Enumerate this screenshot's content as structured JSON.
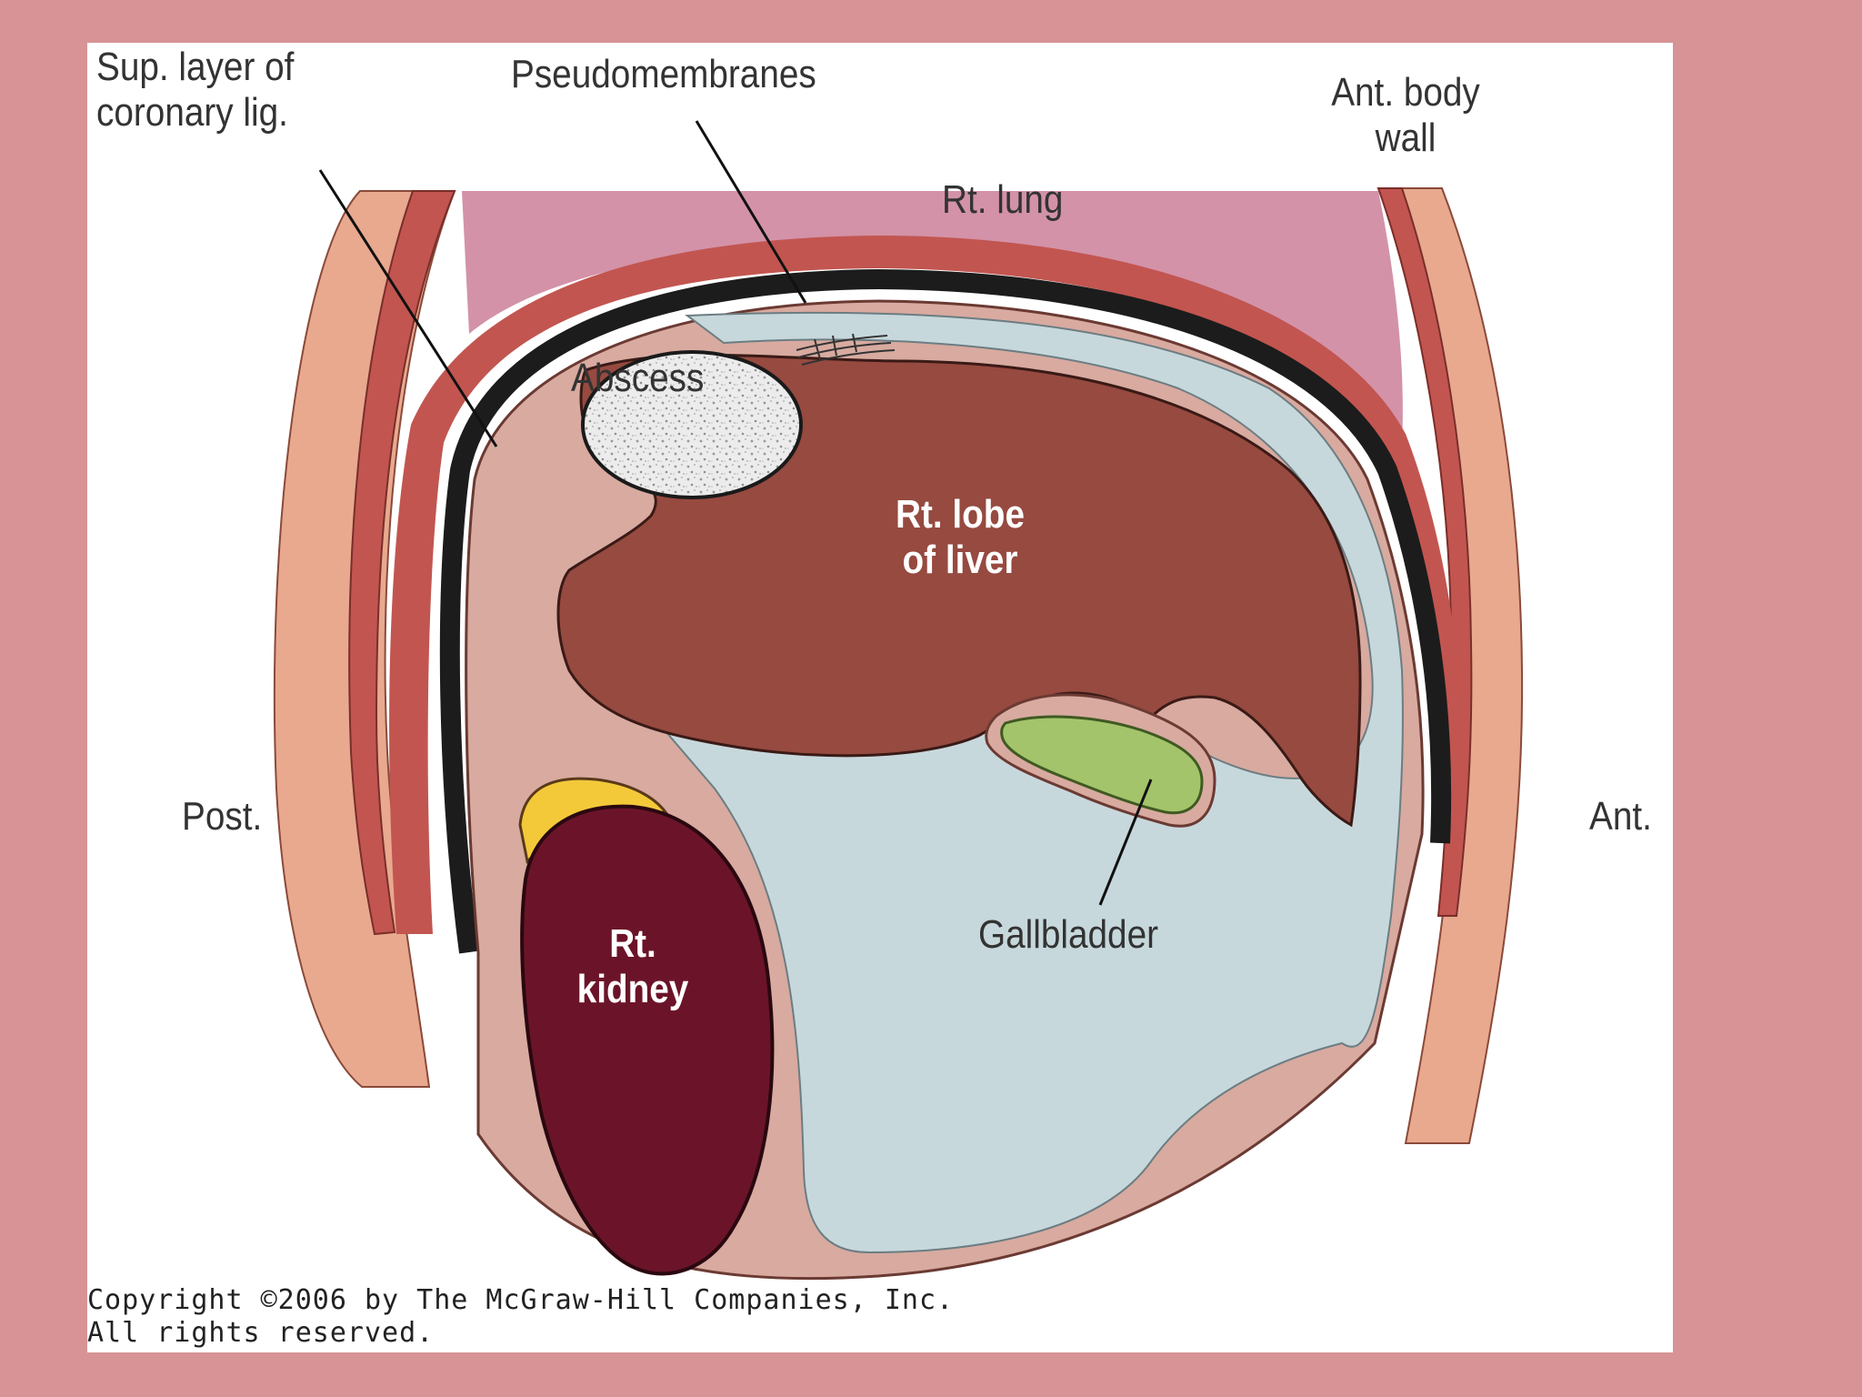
{
  "labels": {
    "coronary_line1": "Sup. layer of",
    "coronary_line2": "coronary lig.",
    "pseudomembranes": "Pseudomembranes",
    "ant_body_wall_line1": "Ant. body",
    "ant_body_wall_line2": "wall",
    "rt_lung": "Rt. lung",
    "abscess": "Abscess",
    "liver_line1": "Rt. lobe",
    "liver_line2": "of liver",
    "post": "Post.",
    "ant": "Ant.",
    "kidney_line1": "Rt.",
    "kidney_line2": "kidney",
    "gallbladder": "Gallbladder"
  },
  "copyright": {
    "line1": "Copyright ©2006 by The McGraw-Hill Companies, Inc.",
    "line2": "All rights reserved."
  },
  "colors": {
    "background": "#d79395",
    "panel": "#ffffff",
    "body_wall": "#e8a98f",
    "muscle": "#c25550",
    "lung": "#d392a8",
    "diaphragm": "#1c1c1c",
    "peritoneum": "#d8aaa0",
    "cavity": "#c7d8dc",
    "liver": "#964a40",
    "kidney": "#6b1429",
    "adrenal": "#f3c93a",
    "gallbladder": "#a3c46a",
    "abscess": "#e6e6e6"
  }
}
